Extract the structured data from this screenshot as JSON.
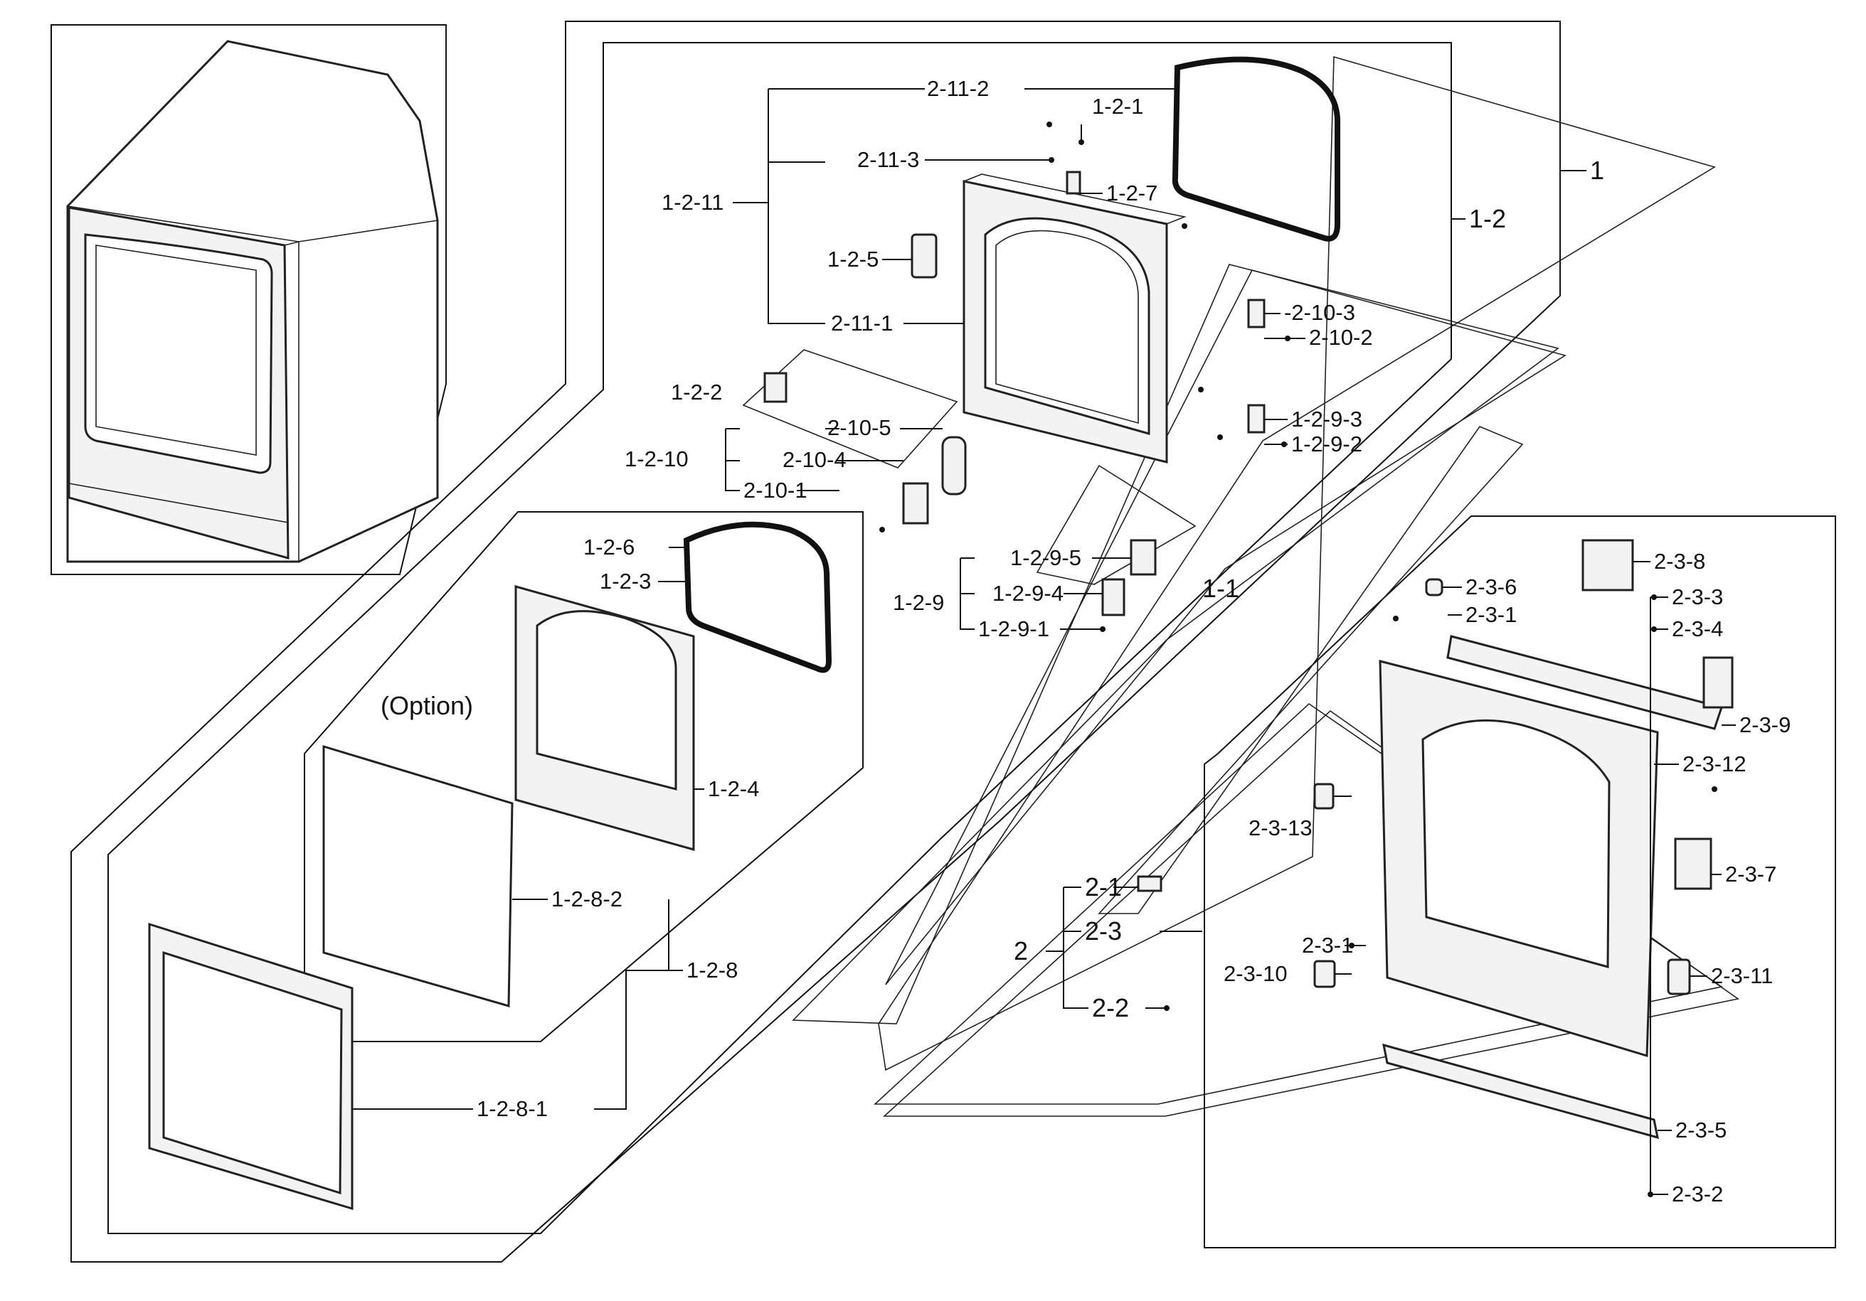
{
  "diagram": {
    "option_note": "(Option)",
    "labels": {
      "p2_11_2": "2-11-2",
      "p1_2_1": "1-2-1",
      "p2_11_3": "2-11-3",
      "p1_2_7": "1-2-7",
      "p1_2_11": "1-2-11",
      "p1_2_5": "1-2-5",
      "p2_11_1": "2-11-1",
      "p1": "1",
      "p1_2": "1-2",
      "p2_10_3": "-2-10-3",
      "p2_10_2": "2-10-2",
      "p1_2_2": "1-2-2",
      "p2_10_5": "2-10-5",
      "p1_2_10": "1-2-10",
      "p2_10_4": "2-10-4",
      "p2_10_1": "2-10-1",
      "p1_2_9_3": "1-2-9-3",
      "p1_2_9_2": "1-2-9-2",
      "p1_2_6": "1-2-6",
      "p1_2_3": "1-2-3",
      "p1_2_9_5": "1-2-9-5",
      "p1_2_9": "1-2-9",
      "p1_2_9_4": "1-2-9-4",
      "p1_2_9_1": "1-2-9-1",
      "p1_1": "1-1",
      "p2_3_8": "2-3-8",
      "p2_3_6": "2-3-6",
      "p2_3_3": "2-3-3",
      "p2_3_1_top": "2-3-1",
      "p2_3_4": "2-3-4",
      "p2_3_9": "2-3-9",
      "p1_2_4": "1-2-4",
      "p2_3_12": "2-3-12",
      "p2_3_13": "2-3-13",
      "p1_2_8_2": "1-2-8-2",
      "p2_3_7": "2-3-7",
      "p2_1": "2-1",
      "p2_3": "2-3",
      "p1_2_8": "1-2-8",
      "p2": "2",
      "p2_3_1_bottom": "2-3-1",
      "p2_3_11": "2-3-11",
      "p2_3_10": "2-3-10",
      "p2_2": "2-2",
      "p1_2_8_1": "1-2-8-1",
      "p2_3_5": "2-3-5",
      "p2_3_2": "2-3-2"
    }
  }
}
